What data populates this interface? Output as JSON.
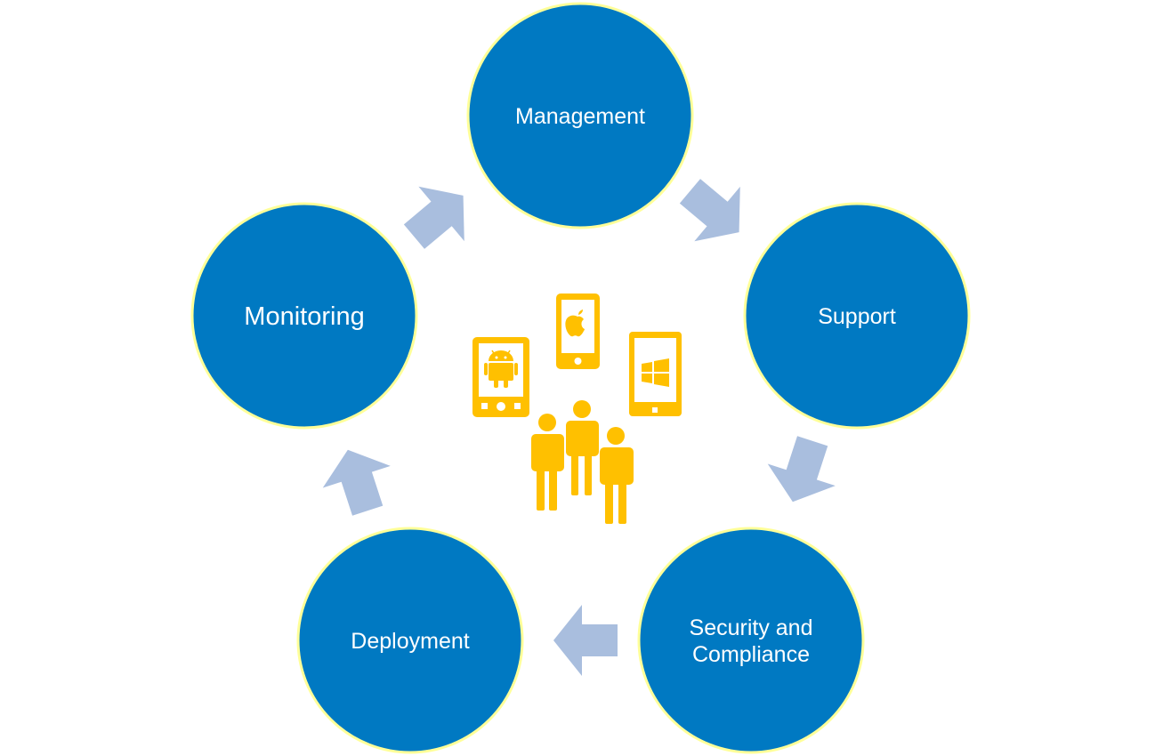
{
  "diagram": {
    "title": "Mobile device management lifecycle",
    "colors": {
      "node_fill": "#0079C2",
      "node_outline": "#FFFF99",
      "arrow_fill": "#A9BEDE",
      "icon_fill": "#FFC000",
      "label_text": "#FFFFFF",
      "background": "#FFFFFF"
    },
    "nodes": [
      {
        "id": "management",
        "label_lines": [
          "Management"
        ]
      },
      {
        "id": "support",
        "label_lines": [
          "Support"
        ]
      },
      {
        "id": "security-compliance",
        "label_lines": [
          "Security and",
          "Compliance"
        ]
      },
      {
        "id": "deployment",
        "label_lines": [
          "Deployment"
        ]
      },
      {
        "id": "monitoring",
        "label_lines": [
          "Monitoring"
        ]
      }
    ],
    "edges": [
      {
        "from": "management",
        "to": "support"
      },
      {
        "from": "support",
        "to": "security-compliance"
      },
      {
        "from": "security-compliance",
        "to": "deployment"
      },
      {
        "from": "deployment",
        "to": "monitoring"
      },
      {
        "from": "monitoring",
        "to": "management"
      }
    ],
    "center_graphic": {
      "devices": [
        {
          "name": "android-tablet",
          "os_icon": "android-icon"
        },
        {
          "name": "iphone",
          "os_icon": "apple-icon"
        },
        {
          "name": "windows-tablet",
          "os_icon": "windows-icon"
        }
      ],
      "people_count": 3
    }
  }
}
